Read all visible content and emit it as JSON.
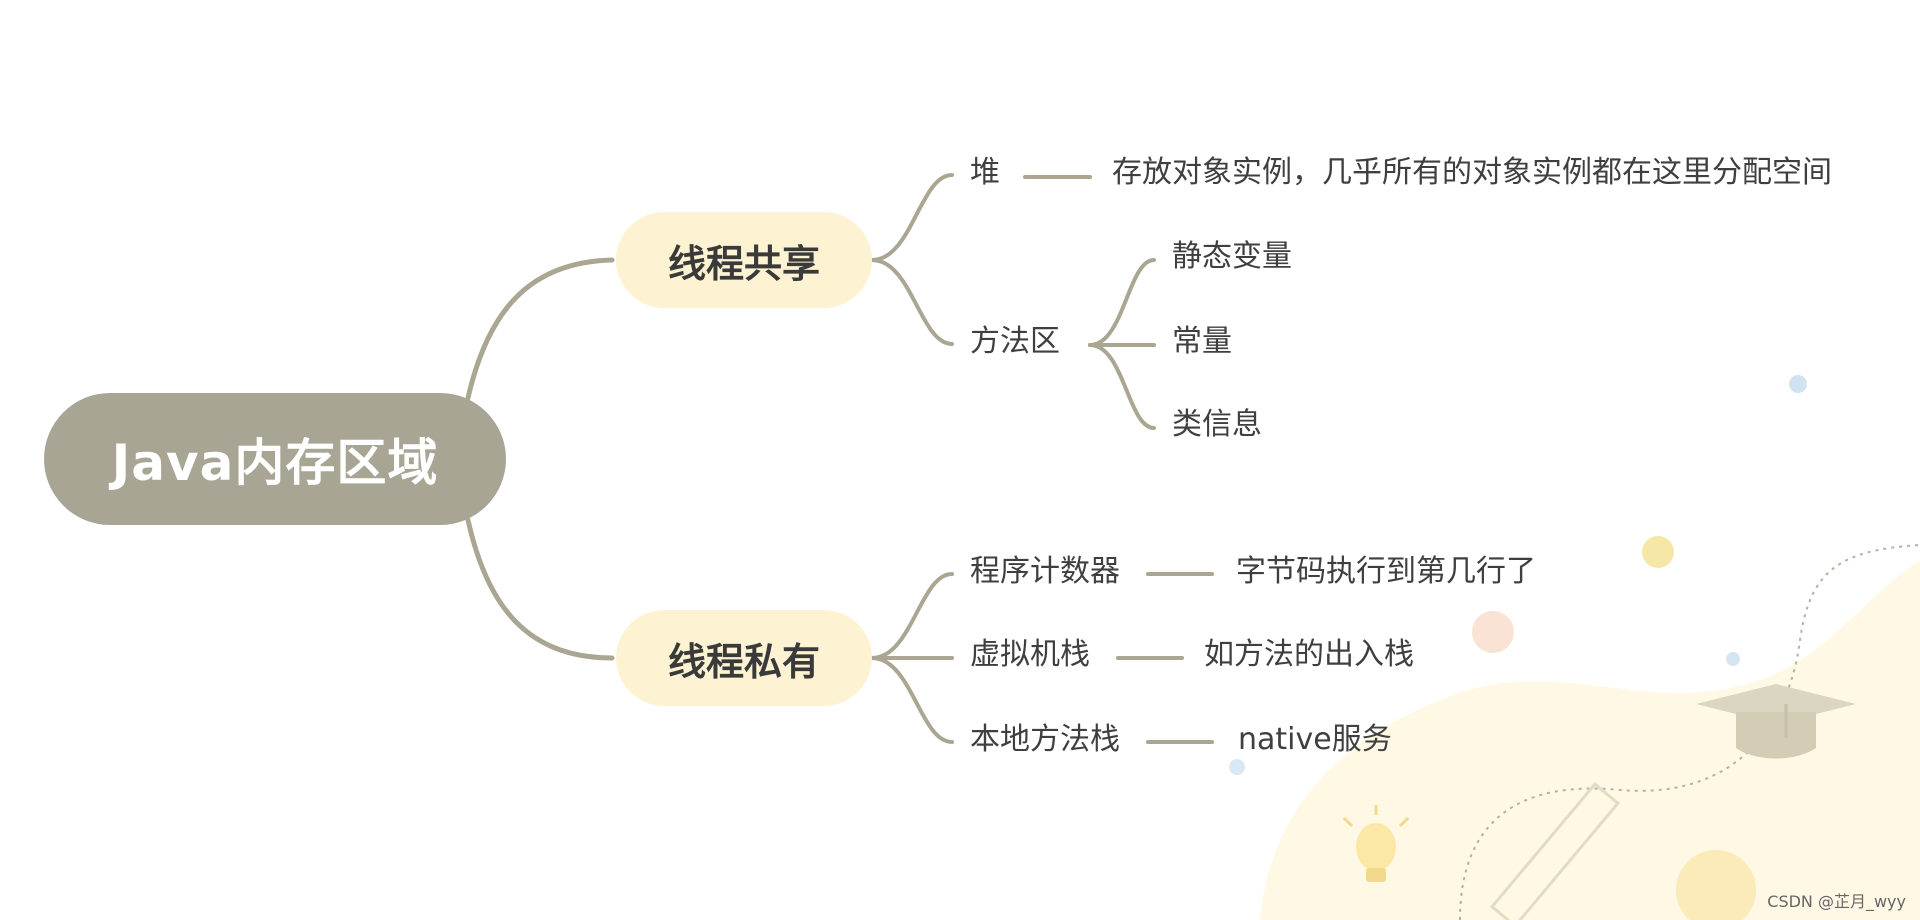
{
  "colors": {
    "root_fill": "#a8a595",
    "branch_fill": "#fdf3d3",
    "connector": "#aaa692",
    "text": "#3f3f3f"
  },
  "mindmap": {
    "root": {
      "label": "Java内存区域"
    },
    "branches": [
      {
        "label": "线程共享",
        "children": [
          {
            "label": "堆",
            "note": "存放对象实例，几乎所有的对象实例都在这里分配空间"
          },
          {
            "label": "方法区",
            "children": [
              "静态变量",
              "常量",
              "类信息"
            ]
          }
        ]
      },
      {
        "label": "线程私有",
        "children": [
          {
            "label": "程序计数器",
            "note": "字节码执行到第几行了"
          },
          {
            "label": "虚拟机栈",
            "note": "如方法的出入栈"
          },
          {
            "label": "本地方法栈",
            "note": "native服务"
          }
        ]
      }
    ]
  },
  "watermark": "CSDN @芷月_wyy"
}
